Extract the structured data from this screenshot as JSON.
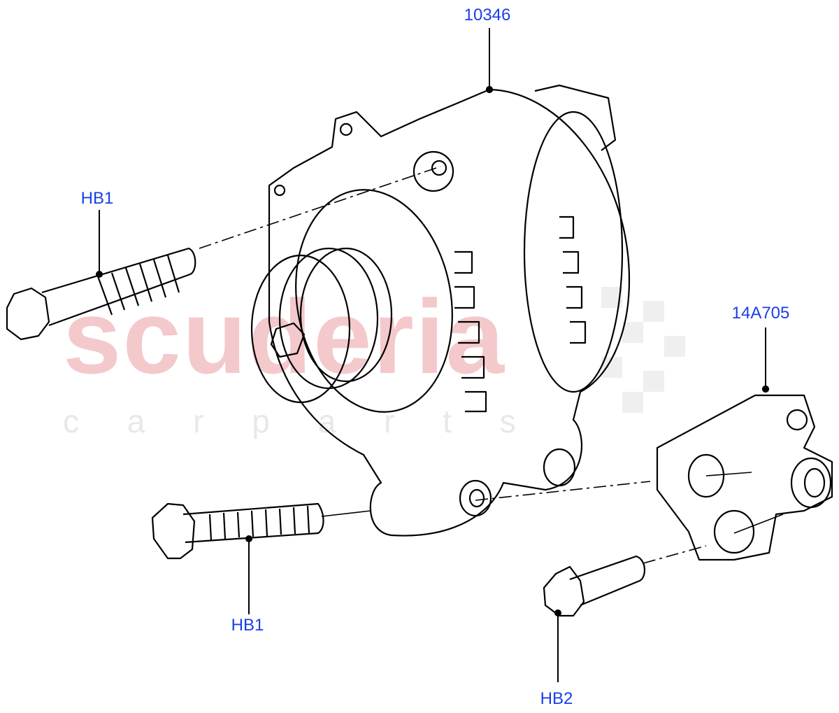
{
  "diagram": {
    "labels": [
      {
        "id": "alternator",
        "text": "10346"
      },
      {
        "id": "bolt-upper",
        "text": "HB1"
      },
      {
        "id": "bracket",
        "text": "14A705"
      },
      {
        "id": "bolt-lower",
        "text": "HB1"
      },
      {
        "id": "bolt-bracket",
        "text": "HB2"
      }
    ],
    "watermark": {
      "main": "scuderia",
      "sub": "c a r   p a r t s"
    },
    "colors": {
      "label": "#1a3ee8",
      "line": "#000000",
      "watermark": "#f4c9cc"
    }
  }
}
